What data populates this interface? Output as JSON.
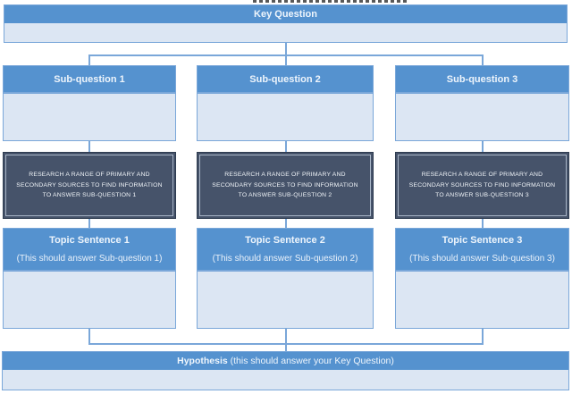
{
  "key_question": {
    "label": "Key Question"
  },
  "columns": [
    {
      "sub_question": "Sub-question 1",
      "research_note": "RESEARCH A RANGE OF PRIMARY AND SECONDARY SOURCES TO FIND INFORMATION TO ANSWER SUB-QUESTION 1",
      "topic_title": "Topic Sentence 1",
      "topic_hint": "(This should answer Sub-question 1)"
    },
    {
      "sub_question": "Sub-question 2",
      "research_note": "RESEARCH A RANGE OF PRIMARY AND SECONDARY SOURCES TO FIND INFORMATION TO ANSWER SUB-QUESTION 2",
      "topic_title": "Topic Sentence 2",
      "topic_hint": "(This should answer Sub-question 2)"
    },
    {
      "sub_question": "Sub-question 3",
      "research_note": "RESEARCH A RANGE OF PRIMARY AND SECONDARY SOURCES TO FIND INFORMATION TO ANSWER SUB-QUESTION 3",
      "topic_title": "Topic Sentence 3",
      "topic_hint": "(This should answer Sub-question 3)"
    }
  ],
  "hypothesis": {
    "label": "Hypothesis",
    "hint": " (this should answer your Key Question)"
  },
  "colors": {
    "accent_blue": "#5592cf",
    "light_fill": "#dce6f3",
    "dark_panel": "#46536a",
    "connector": "#7aa7d9"
  }
}
